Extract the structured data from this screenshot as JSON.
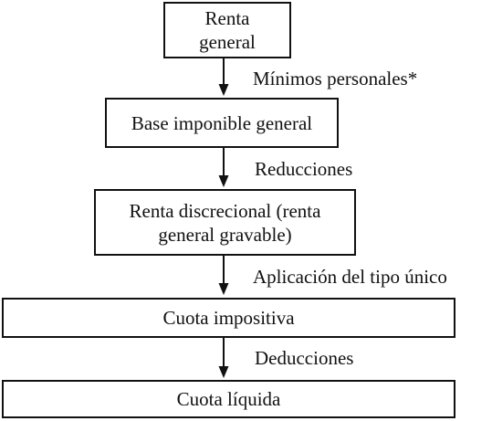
{
  "nodes": {
    "renta_general": {
      "lines": [
        "Renta",
        "general"
      ]
    },
    "base_imponible": {
      "lines": [
        "Base imponible general"
      ]
    },
    "renta_discrecional": {
      "lines": [
        "Renta discrecional (renta",
        "general gravable)"
      ]
    },
    "cuota_impositiva": {
      "lines": [
        "Cuota impositiva"
      ]
    },
    "cuota_liquida": {
      "lines": [
        "Cuota líquida"
      ]
    }
  },
  "edges": {
    "minimos": "Mínimos personales*",
    "reducciones": "Reducciones",
    "aplicacion": "Aplicación del tipo único",
    "deducciones": "Deducciones"
  }
}
